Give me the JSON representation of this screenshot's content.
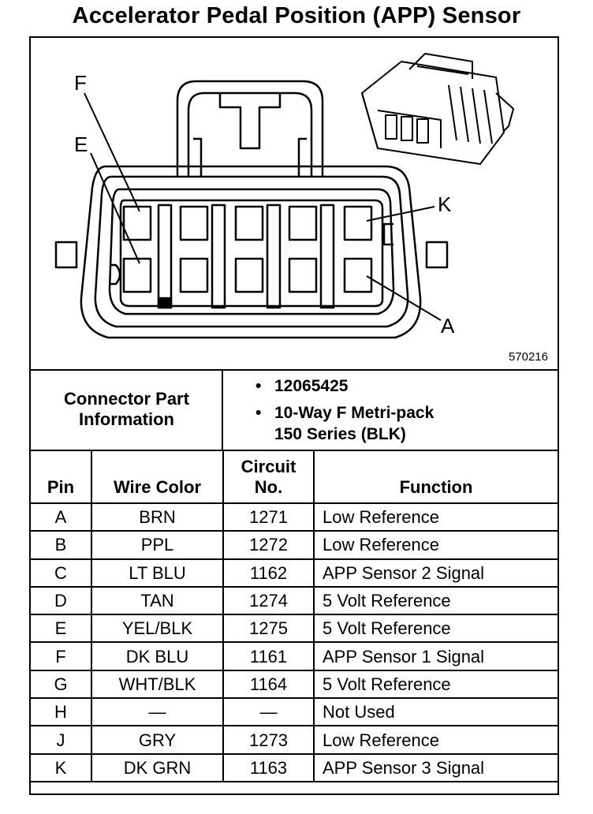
{
  "title": "Accelerator Pedal Position (APP) Sensor",
  "figure_id": "570216",
  "callouts": {
    "f": "F",
    "e": "E",
    "k": "K",
    "a": "A"
  },
  "connector_info": {
    "label_line1": "Connector Part",
    "label_line2": "Information",
    "bullet": "•",
    "part_number": "12065425",
    "desc_line1": "10-Way F Metri-pack",
    "desc_line2": "150 Series (BLK)"
  },
  "table": {
    "headers": {
      "pin": "Pin",
      "wire_color": "Wire Color",
      "circuit_line1": "Circuit",
      "circuit_line2": "No.",
      "function": "Function"
    },
    "rows": [
      {
        "pin": "A",
        "wire": "BRN",
        "circuit": "1271",
        "function": "Low Reference"
      },
      {
        "pin": "B",
        "wire": "PPL",
        "circuit": "1272",
        "function": "Low Reference"
      },
      {
        "pin": "C",
        "wire": "LT BLU",
        "circuit": "1162",
        "function": "APP Sensor 2 Signal"
      },
      {
        "pin": "D",
        "wire": "TAN",
        "circuit": "1274",
        "function": "5 Volt Reference"
      },
      {
        "pin": "E",
        "wire": "YEL/BLK",
        "circuit": "1275",
        "function": "5 Volt Reference"
      },
      {
        "pin": "F",
        "wire": "DK BLU",
        "circuit": "1161",
        "function": "APP Sensor 1 Signal"
      },
      {
        "pin": "G",
        "wire": "WHT/BLK",
        "circuit": "1164",
        "function": "5 Volt Reference"
      },
      {
        "pin": "H",
        "wire": "—",
        "circuit": "—",
        "function": "Not Used"
      },
      {
        "pin": "J",
        "wire": "GRY",
        "circuit": "1273",
        "function": "Low Reference"
      },
      {
        "pin": "K",
        "wire": "DK GRN",
        "circuit": "1163",
        "function": "APP Sensor 3 Signal"
      }
    ]
  }
}
